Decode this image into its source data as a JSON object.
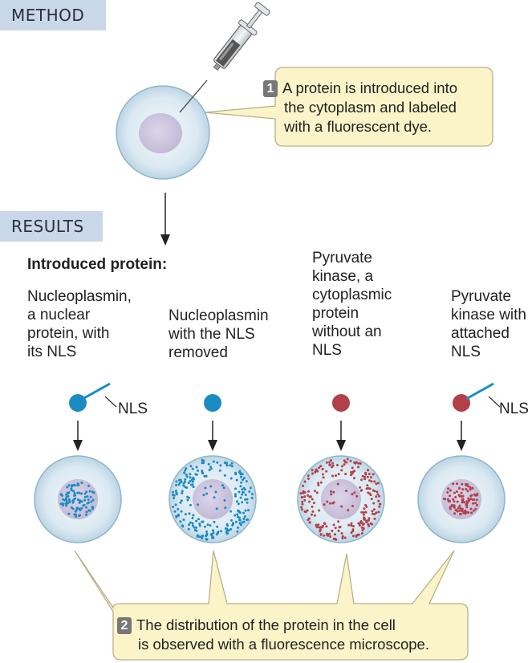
{
  "sections": {
    "method": "METHOD",
    "results": "RESULTS"
  },
  "step1": {
    "number": "1",
    "lines": [
      "A protein is introduced into",
      "the cytoplasm and labeled",
      "with a fluorescent dye."
    ]
  },
  "step2": {
    "number": "2",
    "lines": [
      "The distribution of the protein in the cell",
      "is observed with a fluorescence microscope."
    ]
  },
  "introduced_label": "Introduced protein:",
  "proteins": [
    {
      "label": "Nucleoplasmin,\na nuclear\nprotein, with\nits NLS",
      "color": "#1a8cc2",
      "has_nls": true,
      "nls_label": "NLS",
      "distribution": "nucleus"
    },
    {
      "label": "Nucleoplasmin\nwith the NLS\nremoved",
      "color": "#1a8cc2",
      "has_nls": false,
      "distribution": "cytoplasm"
    },
    {
      "label": "Pyruvate\nkinase, a\ncytoplasmic\nprotein\nwithout an\nNLS",
      "color": "#b24048",
      "has_nls": false,
      "distribution": "cytoplasm"
    },
    {
      "label": "Pyruvate\nkinase with\nattached\nNLS",
      "color": "#b24048",
      "has_nls": true,
      "nls_label": "NLS",
      "distribution": "nucleus"
    }
  ],
  "colors": {
    "cell_fill": "#dbe9f2",
    "cell_stroke": "#8eb4cc",
    "nucleus_fill": "#cdc5dd",
    "callout_fill": "#fbf4c9",
    "callout_stroke": "#b8b08a",
    "nuclear_protein": "#1a8cc2",
    "cytoplasmic_protein": "#b24048"
  }
}
